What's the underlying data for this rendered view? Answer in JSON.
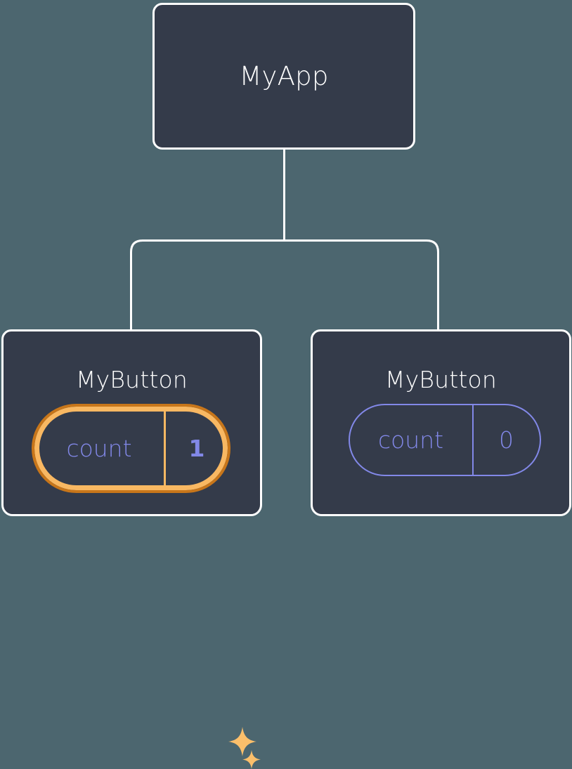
{
  "diagram": {
    "type": "component-tree",
    "background_color": "#4c666f",
    "node_fill_color": "#343b4a",
    "node_border_color": "#ffffff",
    "accent_purple": "#8288e8",
    "highlight_orange_outer": "#c8761a",
    "highlight_orange_inner": "#f9b862",
    "root": {
      "label": "MyApp"
    },
    "children": [
      {
        "label": "MyButton",
        "state": {
          "key": "count",
          "value": "1"
        },
        "highlighted": true,
        "sparkles": [
          "sparkle-large",
          "sparkle-small"
        ]
      },
      {
        "label": "MyButton",
        "state": {
          "key": "count",
          "value": "0"
        },
        "highlighted": false
      }
    ]
  }
}
